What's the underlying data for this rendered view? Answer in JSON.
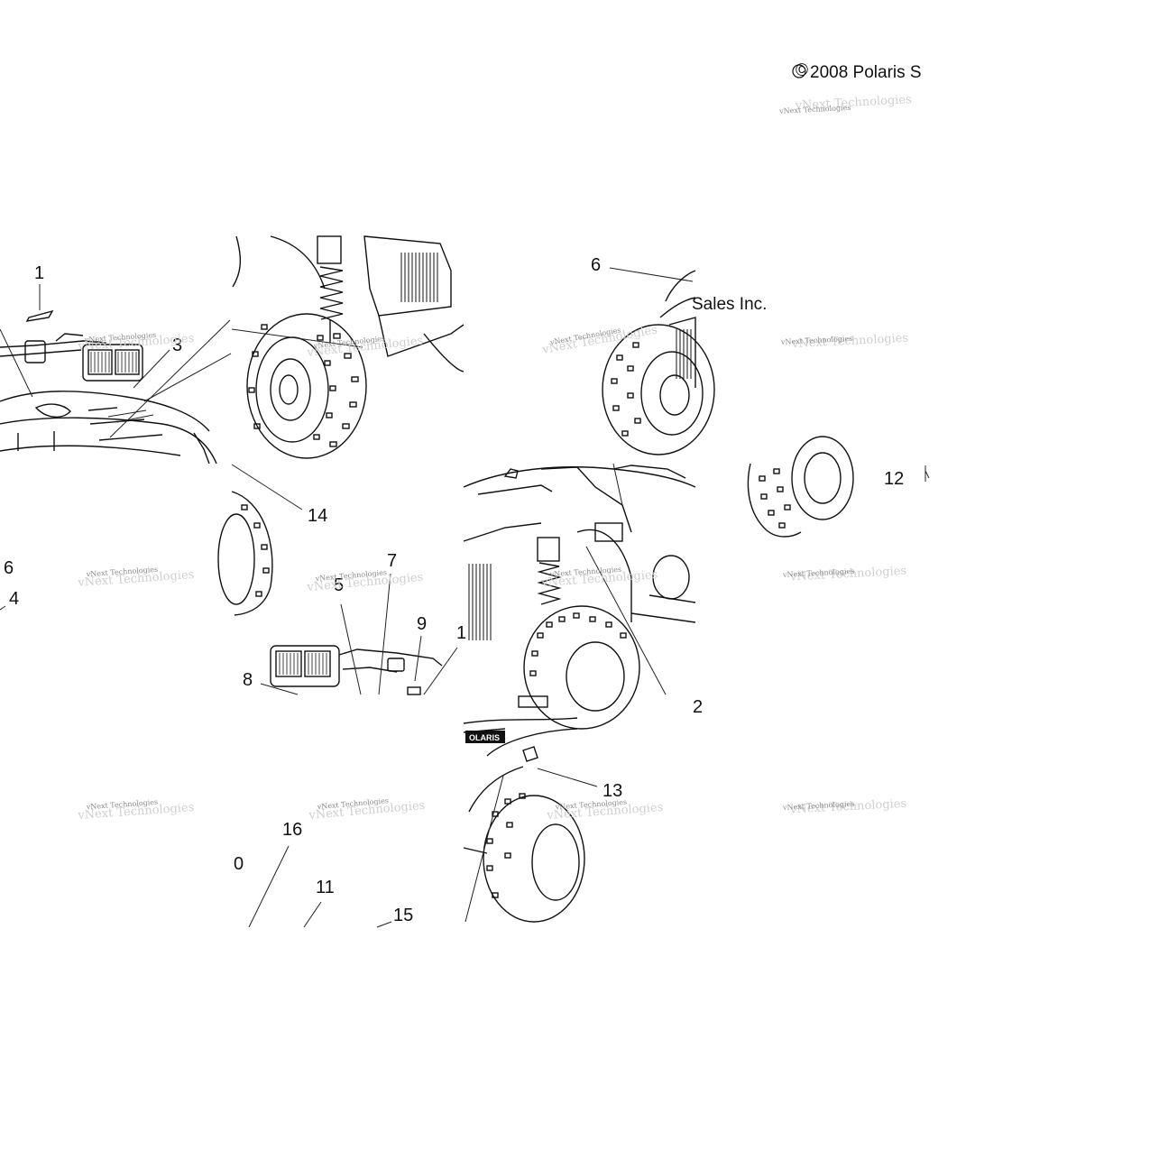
{
  "copyright": {
    "symbol": "©",
    "text_part1": "2008 Polaris S",
    "text_part2": "Sales Inc."
  },
  "watermark": {
    "text": "vNext Technologies"
  },
  "callouts": [
    "1",
    "3",
    "6",
    "14",
    "6",
    "4",
    "5",
    "7",
    "9",
    "1",
    "8",
    "2",
    "12",
    "13",
    "16",
    "0",
    "11",
    "15"
  ]
}
